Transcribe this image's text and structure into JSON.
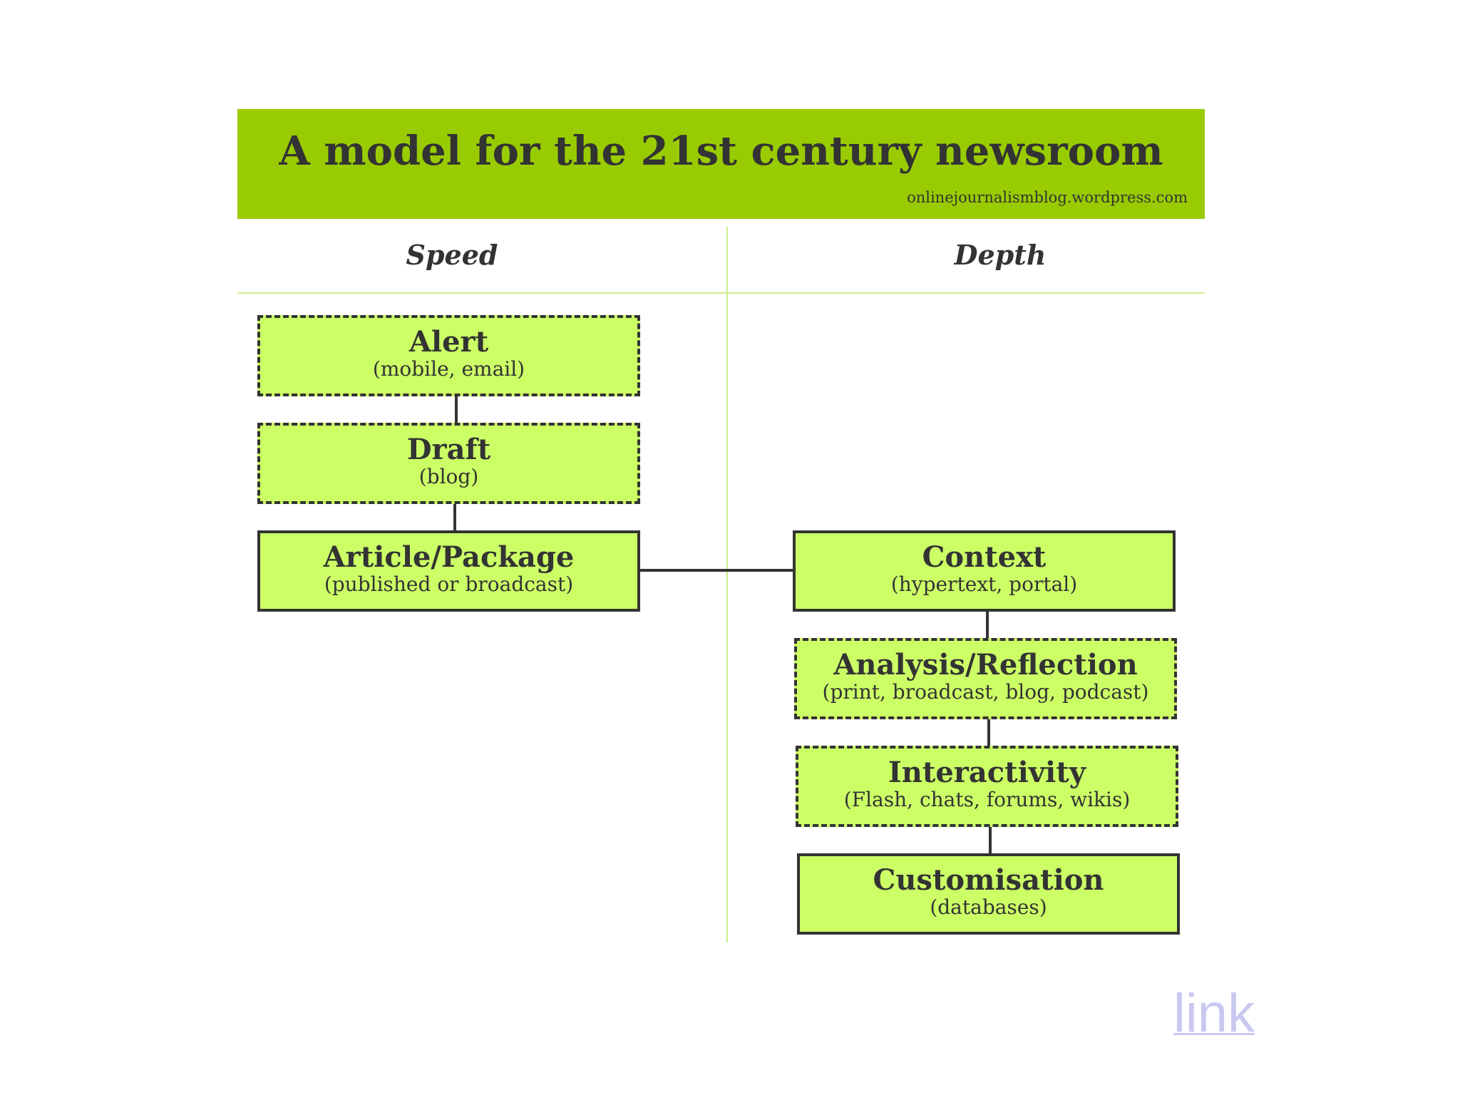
{
  "banner": {
    "title": "A model for the 21st century newsroom",
    "source": "onlinejournalismblog.wordpress.com"
  },
  "columns": {
    "speed": "Speed",
    "depth": "Depth"
  },
  "speed_nodes": [
    {
      "title": "Alert",
      "subtitle": "(mobile, email)",
      "border": "dashed"
    },
    {
      "title": "Draft",
      "subtitle": "(blog)",
      "border": "dashed"
    },
    {
      "title": "Article/Package",
      "subtitle": "(published or broadcast)",
      "border": "solid"
    }
  ],
  "depth_nodes": [
    {
      "title": "Context",
      "subtitle": "(hypertext, portal)",
      "border": "solid"
    },
    {
      "title": "Analysis/Reflection",
      "subtitle": "(print, broadcast, blog, podcast)",
      "border": "dashed"
    },
    {
      "title": "Interactivity",
      "subtitle": "(Flash, chats, forums, wikis)",
      "border": "dash-dot"
    },
    {
      "title": "Customisation",
      "subtitle": "(databases)",
      "border": "solid"
    }
  ],
  "link": {
    "label": "link"
  },
  "colors": {
    "banner": "#99cc00",
    "box_fill": "#ccff66",
    "divider": "#ccee88",
    "ink": "#333333",
    "link": "#c8c8f0"
  }
}
